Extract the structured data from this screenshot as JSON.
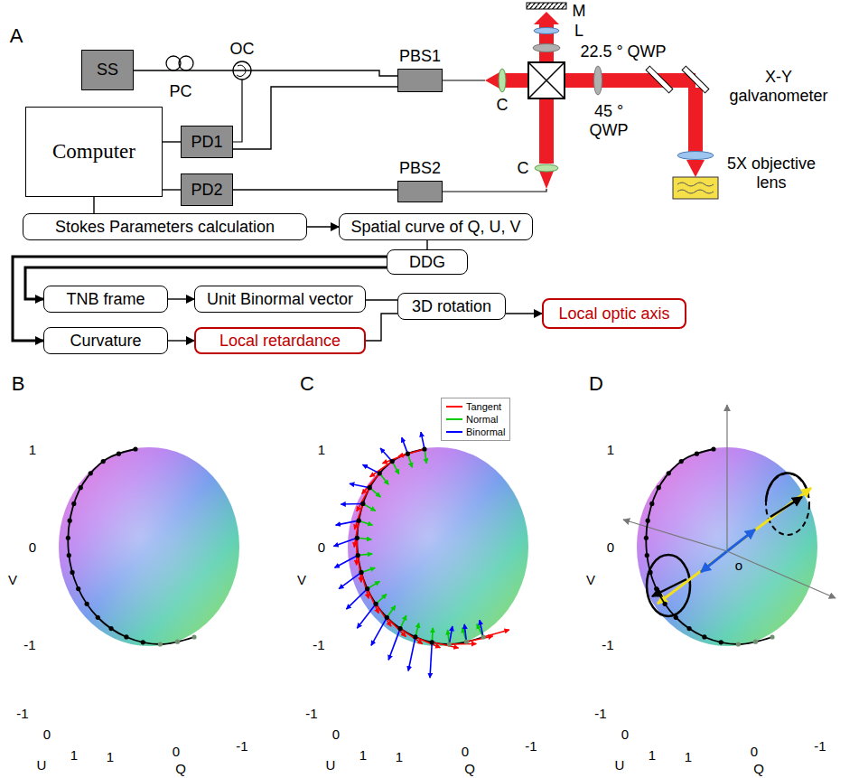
{
  "diagram": {
    "nodes": [
      {
        "text": [
          "SS"
        ]
      },
      {
        "text": [
          "PD1"
        ]
      },
      {
        "text": [
          "PD2"
        ]
      },
      {
        "text": [
          "Computer"
        ]
      },
      {
        "text": [
          "PBS1"
        ]
      },
      {
        "text": [
          "PBS2"
        ]
      },
      {
        "text": [
          "Stokes Parameters calculation"
        ]
      },
      {
        "text": [
          "Spatial curve of Q, U, V"
        ]
      },
      {
        "text": [
          "DDG"
        ]
      },
      {
        "text": [
          "TNB frame"
        ]
      },
      {
        "text": [
          "Unit Binormal vector"
        ]
      },
      {
        "text": [
          "Curvature"
        ]
      },
      {
        "text": [
          "Local retardance"
        ]
      },
      {
        "text": [
          "3D rotation"
        ]
      },
      {
        "text": [
          "Local optic axis"
        ]
      }
    ],
    "edges": [
      {
        "from": 0,
        "to": 4,
        "arrow": "none"
      },
      {
        "from": 4,
        "to": 1,
        "arrow": "none"
      },
      {
        "from": 5,
        "to": 2,
        "arrow": "none"
      },
      {
        "from": 3,
        "to": 1,
        "arrow": "none"
      },
      {
        "from": 3,
        "to": 2,
        "arrow": "none"
      },
      {
        "from": 3,
        "to": 6,
        "arrow": "none"
      },
      {
        "from": 6,
        "to": 7,
        "arrow": "to"
      },
      {
        "from": 7,
        "to": 8,
        "arrow": "none"
      },
      {
        "from": 8,
        "to": 9,
        "arrow": "to"
      },
      {
        "from": 8,
        "to": 11,
        "arrow": "to"
      },
      {
        "from": 9,
        "to": 10,
        "arrow": "to"
      },
      {
        "from": 11,
        "to": 12,
        "arrow": "to"
      },
      {
        "from": 10,
        "to": 13,
        "arrow": "none"
      },
      {
        "from": 12,
        "to": 13,
        "arrow": "none"
      },
      {
        "from": 13,
        "to": 14,
        "arrow": "to"
      }
    ],
    "labels": [
      "A",
      "PC",
      "OC",
      "C",
      "C",
      "M",
      "L",
      "22.5 ° QWP",
      "45 ° QWP",
      "X-Y galvanometer",
      "5X objective lens",
      "B",
      "1",
      "0",
      "-1",
      "V",
      "-1",
      "0",
      "1",
      "U",
      "1",
      "0",
      "-1",
      "Q",
      "C",
      "1",
      "0",
      "-1",
      "V",
      "-1",
      "0",
      "1",
      "U",
      "1",
      "0",
      "-1",
      "Q",
      "D",
      "1",
      "0",
      "-1",
      "V",
      "-1",
      "0",
      "1",
      "U",
      "1",
      "0",
      "-1",
      "Q",
      "o"
    ],
    "legend": [
      {
        "text": "Tangent",
        "color": "#ff0000"
      },
      {
        "text": "Normal",
        "color": "#00cc00"
      },
      {
        "text": "Binormal",
        "color": "#0000ff"
      }
    ]
  }
}
